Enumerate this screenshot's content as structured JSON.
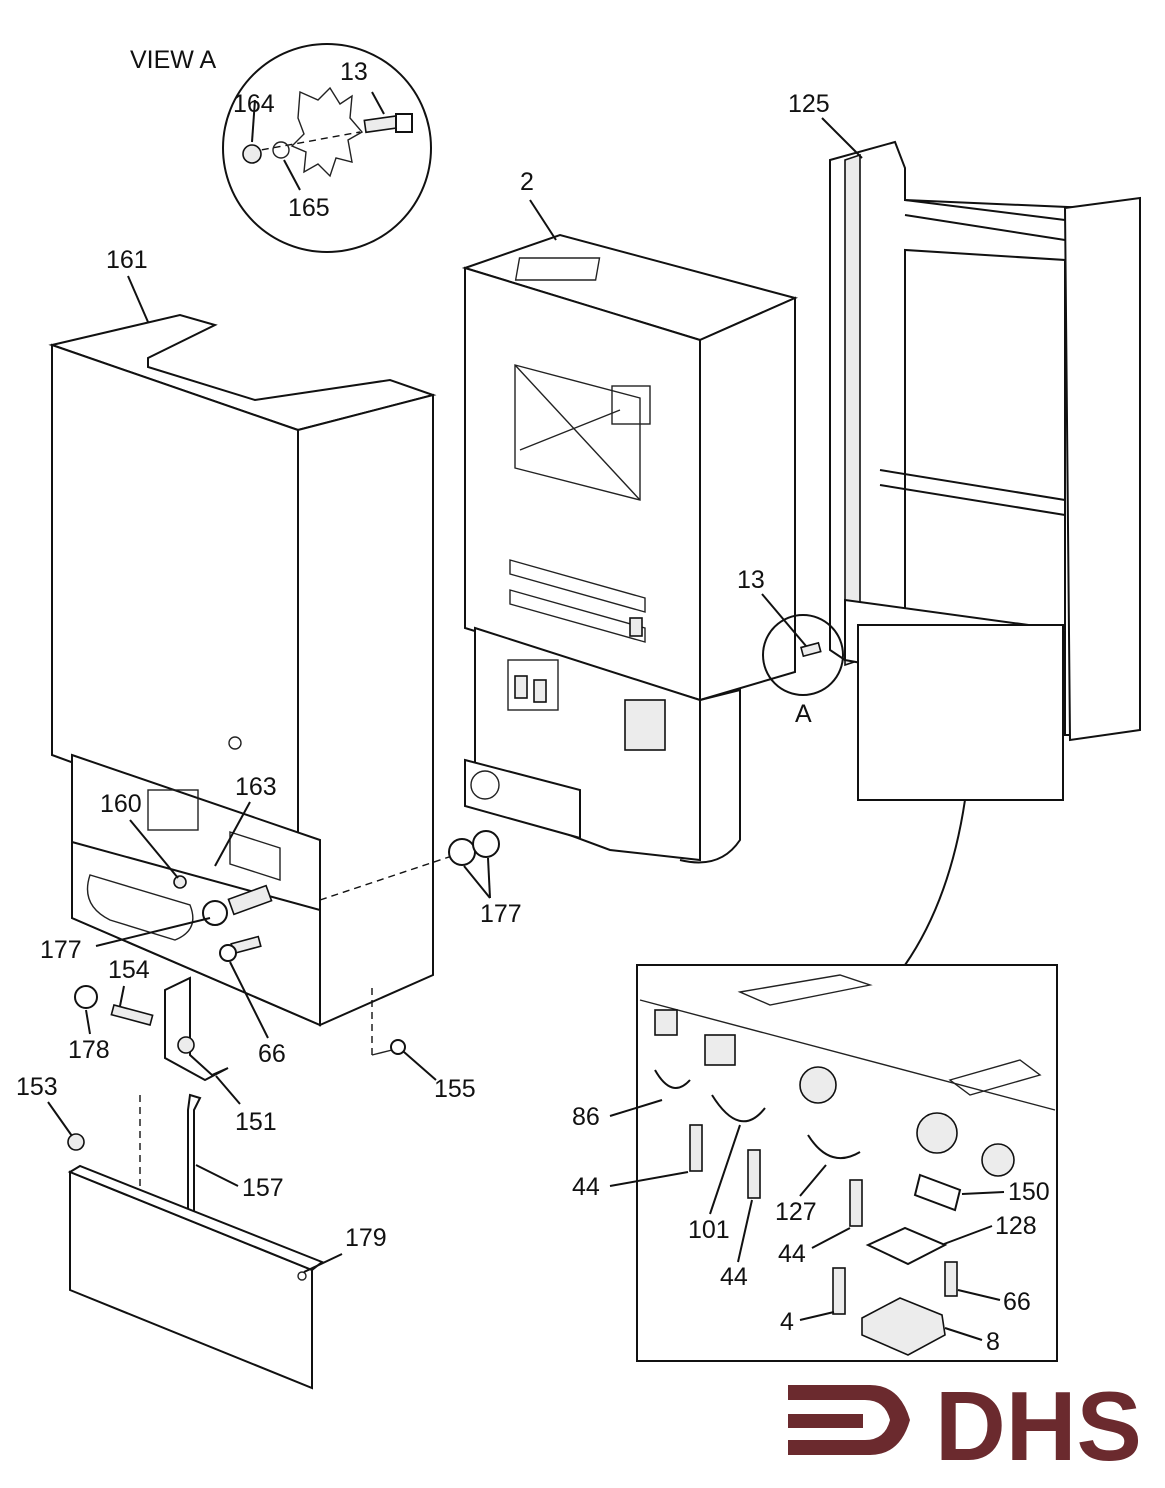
{
  "view_a": {
    "title": "VIEW A",
    "labels": [
      "164",
      "13",
      "165"
    ]
  },
  "callouts": {
    "frame": "125",
    "appliance": "2",
    "casing": "161",
    "screw_13": "13",
    "view_marker": "A",
    "p163": "163",
    "p160": "160",
    "p177_left": "177",
    "p177_right": "177",
    "p154": "154",
    "p178": "178",
    "p66_left": "66",
    "p155": "155",
    "p153": "153",
    "p151": "151",
    "p157": "157",
    "p179": "179"
  },
  "detail": {
    "p86": "86",
    "p44_a": "44",
    "p101": "101",
    "p44_b": "44",
    "p127": "127",
    "p44_c": "44",
    "p150": "150",
    "p128": "128",
    "p66": "66",
    "p4": "4",
    "p8": "8"
  },
  "logo": {
    "text": "DHS",
    "color": "#6b2a2e"
  }
}
